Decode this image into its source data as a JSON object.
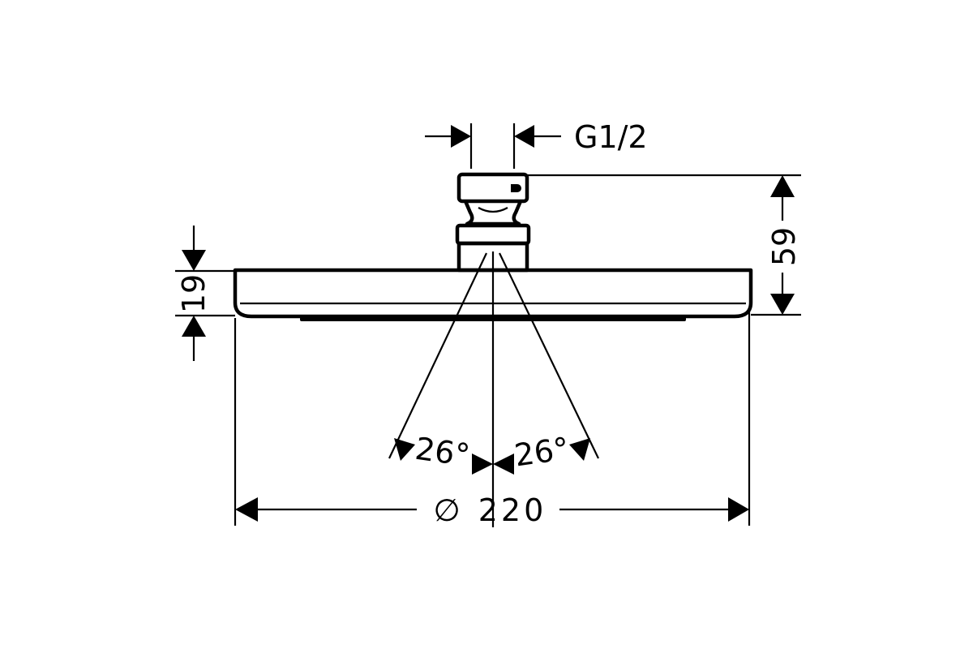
{
  "dimensions": {
    "thread": "G1/2",
    "total_height": "59",
    "head_height": "19",
    "angle_left": "26°",
    "angle_right": "26°",
    "diameter_symbol": "∅",
    "diameter": "220"
  }
}
